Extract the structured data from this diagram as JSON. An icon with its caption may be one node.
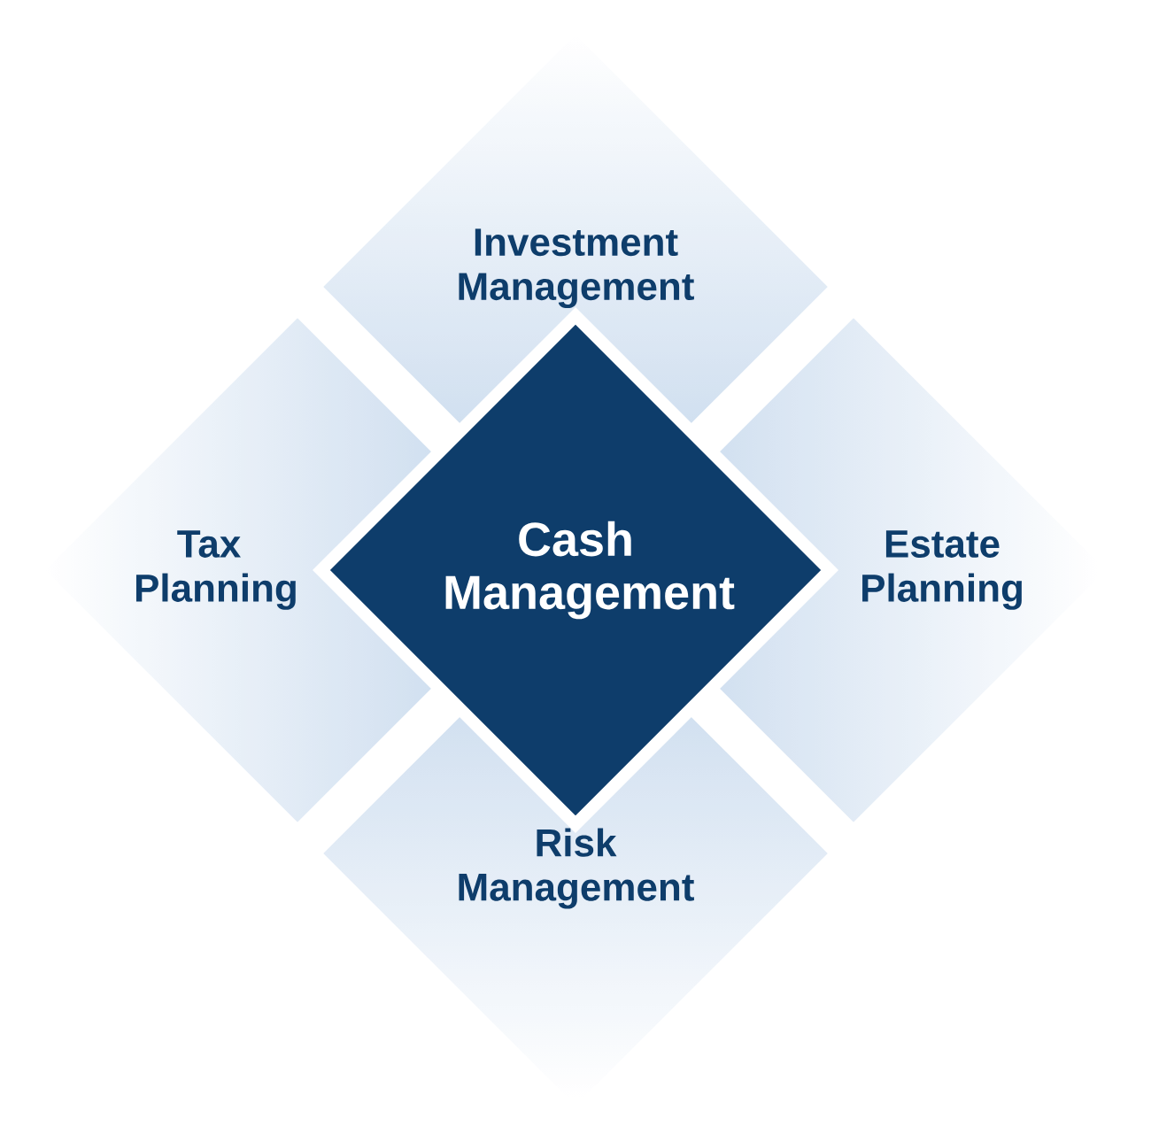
{
  "diagram": {
    "nodes": [
      {
        "text": [
          "Investment Management"
        ]
      },
      {
        "text": [
          "Tax Planning"
        ]
      },
      {
        "text": [
          "Cash Management"
        ]
      },
      {
        "text": [
          "Estate Planning"
        ]
      },
      {
        "text": [
          "Risk Management"
        ]
      }
    ]
  }
}
